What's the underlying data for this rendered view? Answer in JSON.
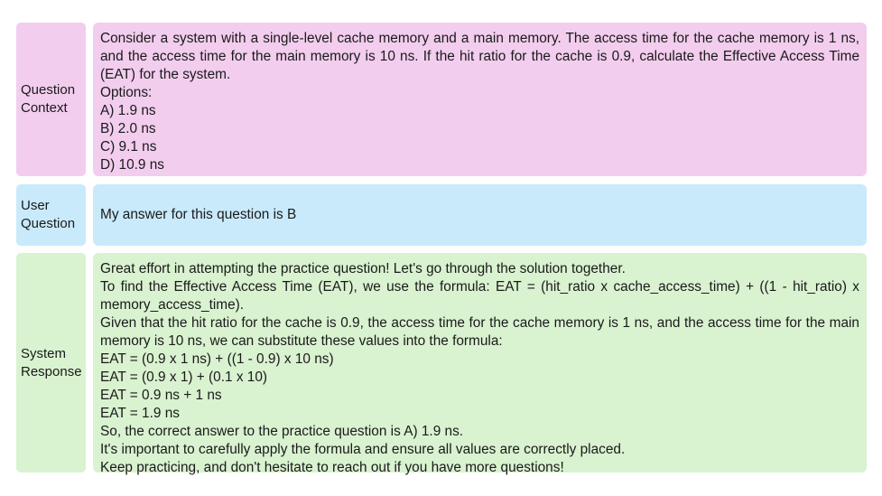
{
  "question_context": {
    "label_line1": "Question",
    "label_line2": "Context",
    "paragraph": "Consider a system with a single-level cache memory and a main memory. The access time for the cache memory is 1 ns, and the access time for the main memory is 10 ns. If the hit ratio for the cache is 0.9, calculate the Effective Access Time (EAT) for the system.",
    "options_heading": "Options:",
    "options": [
      "A) 1.9 ns",
      "B) 2.0 ns",
      "C) 9.1 ns",
      "D) 10.9 ns"
    ]
  },
  "user_question": {
    "label_line1": "User",
    "label_line2": "Question",
    "text": "My answer for this question is B"
  },
  "system_response": {
    "label_line1": "System",
    "label_line2": "Response",
    "intro": "Great effort in attempting the practice question! Let's go through the solution together.",
    "formula_paragraph": "To find the Effective Access Time (EAT), we use the formula: EAT = (hit_ratio x cache_access_time) + ((1 - hit_ratio) x memory_access_time).",
    "given_paragraph": "Given that the hit ratio for the cache is 0.9, the access time for the cache memory is 1 ns, and the access time for the main memory is 10 ns, we can substitute these values into the formula:",
    "steps": [
      "EAT = (0.9 x 1 ns) + ((1 - 0.9) x 10 ns)",
      "EAT = (0.9 x 1) + (0.1 x 10)",
      "EAT = 0.9 ns + 1 ns",
      "EAT = 1.9 ns"
    ],
    "conclusion": "So, the correct answer to the practice question is A) 1.9 ns.",
    "advice": "It's important to carefully apply the formula and ensure all values are correctly placed.",
    "closing": "Keep practicing, and don't hesitate to reach out if you have more questions!"
  }
}
